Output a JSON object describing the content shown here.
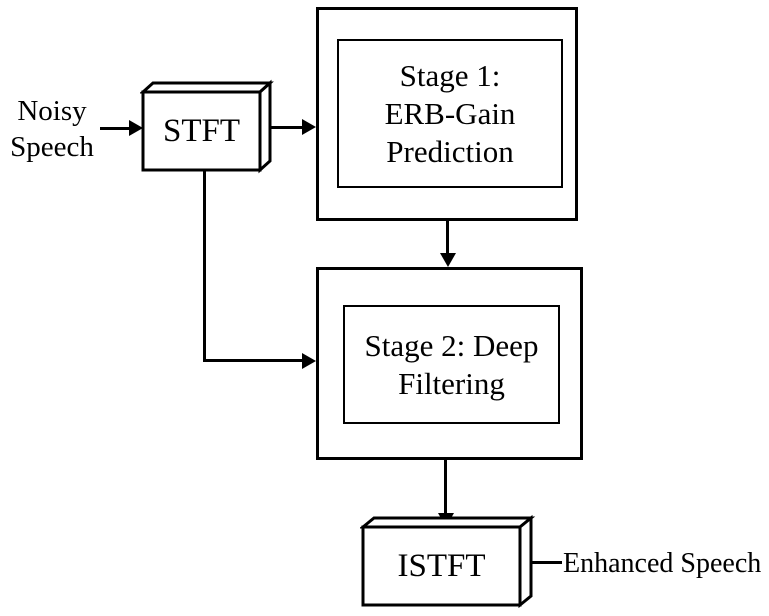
{
  "figure": {
    "title": "Two-stage speech enhancement block diagram",
    "background_color": "#ffffff",
    "stroke_color": "#000000",
    "nodes": {
      "noisy_speech": "Noisy\nSpeech",
      "stft": "STFT",
      "stage1": "Stage 1:\nERB-Gain\nPrediction",
      "stage2": "Stage 2: Deep\nFiltering",
      "istft": "ISTFT",
      "enhanced_speech": "Enhanced Speech"
    },
    "connections": [
      "noisy_speech -> stft",
      "stft -> stage1",
      "stft -> stage2",
      "stage1 -> stage2",
      "stage2 -> istft",
      "istft -> enhanced_speech"
    ]
  }
}
